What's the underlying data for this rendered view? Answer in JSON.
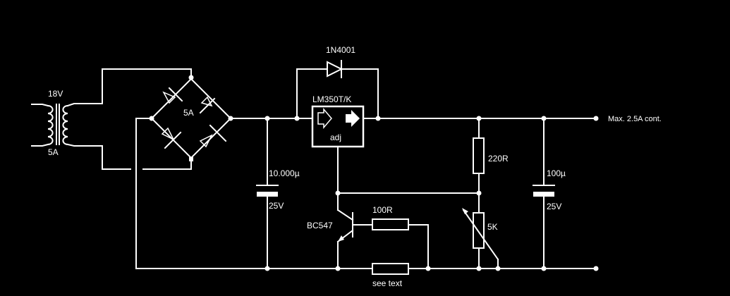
{
  "labels": {
    "transformer_voltage": "18V",
    "transformer_current": "5A",
    "bridge_rating": "5A",
    "diode": "1N4001",
    "regulator": "LM350T/K",
    "regulator_adj": "adj",
    "cap1_value": "10.000µ",
    "cap1_voltage": "25V",
    "transistor": "BC547",
    "base_resistor": "100R",
    "sense_resistor": "see text",
    "resistor_220": "220R",
    "pot": "5K",
    "cap2_value": "100µ",
    "cap2_voltage": "25V",
    "output": "Max. 2.5A cont."
  },
  "colors": {
    "background": "#000000",
    "wire": "#ffffff"
  }
}
